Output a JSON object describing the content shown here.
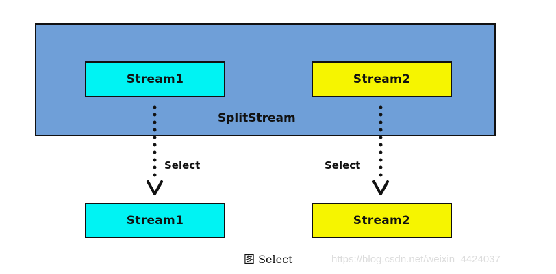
{
  "diagram": {
    "container_label": "SplitStream",
    "top_streams": [
      {
        "label": "Stream1",
        "color": "#00f3f3"
      },
      {
        "label": "Stream2",
        "color": "#f6f500"
      }
    ],
    "bottom_streams": [
      {
        "label": "Stream1",
        "color": "#00f3f3"
      },
      {
        "label": "Stream2",
        "color": "#f6f500"
      }
    ],
    "edge_labels": [
      "Select",
      "Select"
    ],
    "container_color": "#6f9fd8"
  },
  "caption": "图 Select",
  "watermark": "https://blog.csdn.net/weixin_4424037"
}
